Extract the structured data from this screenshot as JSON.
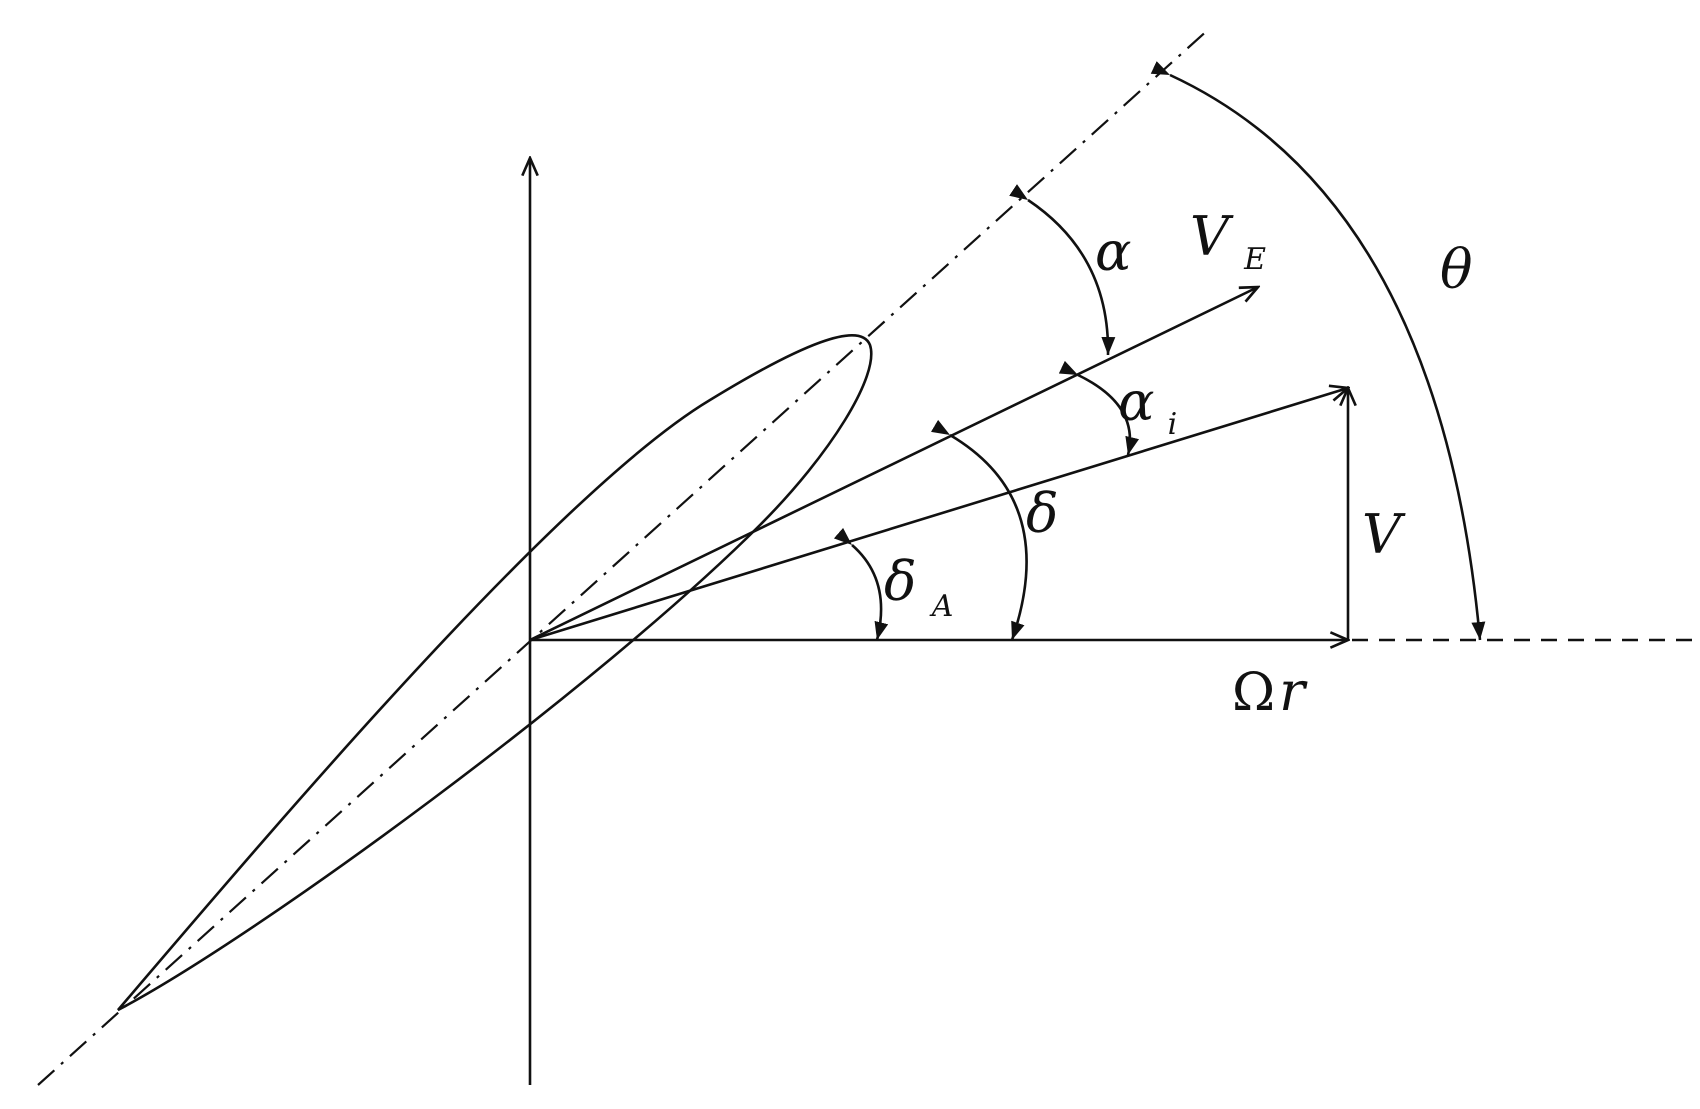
{
  "labels": {
    "alpha": "α",
    "ve_main": "V",
    "ve_sub": "E",
    "theta": "θ",
    "alpha_i_main": "α",
    "alpha_i_sub": "i",
    "delta": "δ",
    "v": "V",
    "delta_a_main": "δ",
    "delta_a_sub": "A",
    "omega_r_omega": "Ω",
    "omega_r_r": "r"
  }
}
